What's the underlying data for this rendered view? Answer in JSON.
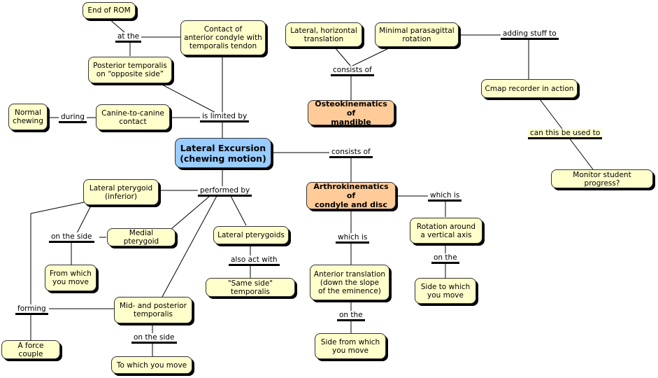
{
  "concepts": {
    "end_rom": "End of ROM",
    "contact_anterior": "Contact of\nanterior condyle with\ntemporalis tendon",
    "lat_horiz": "Lateral, horizontal\ntranslation",
    "min_parasag": "Minimal parasagittal\nrotation",
    "post_temporalis": "Posterior temporalis\non “opposite side”",
    "normal_chewing": "Normal\nchewing",
    "canine": "Canine-to-canine\ncontact",
    "osteo": "Osteokinematics of\nmandible",
    "cmap": "Cmap recorder in action",
    "lateral_excursion": "Lateral Excursion\n(chewing motion)",
    "monitor": "Monitor student progress?",
    "lat_pteryg_inf": "Lateral pterygoid\n(inferior)",
    "arthro": "Arthrokinematics of\ncondyle and disc",
    "rotation_axis": "Rotation around\na vertical axis",
    "medial_pteryg": "Medial pterygoid",
    "lat_pteryg": "Lateral pterygoids",
    "from_which": "From which\nyou move",
    "anterior_translation": "Anterior translation\n(down the slope\nof the eminence)",
    "side_to_which": "Side to which\nyou move",
    "same_side": "\"Same side\" temporalis",
    "mid_post_temp": "Mid- and posterior\ntemporalis",
    "force_couple": "A force couple",
    "side_from_which": "Side from which\nyou move",
    "to_which": "To which you move"
  },
  "links": {
    "at_the": "at the",
    "consists_of_1": "consists of",
    "adding_stuff": "adding stuff to",
    "is_limited_by": "is limited by",
    "during": "during",
    "can_this": "can this be used to",
    "consists_of_2": "consists of",
    "performed_by": "performed by",
    "which_is_1": "which is",
    "on_the_side": "on the  side",
    "which_is_2": "which is",
    "on_the_1": "on the",
    "also_act_with": "also act with",
    "forming": "forming",
    "on_the_2": "on the",
    "on_the_side_2": "on the side"
  },
  "colors": {
    "concept_fill": "#ffffcc",
    "main_fill": "#99ccff",
    "orange_fill": "#ffcc99",
    "line": "#000000"
  }
}
